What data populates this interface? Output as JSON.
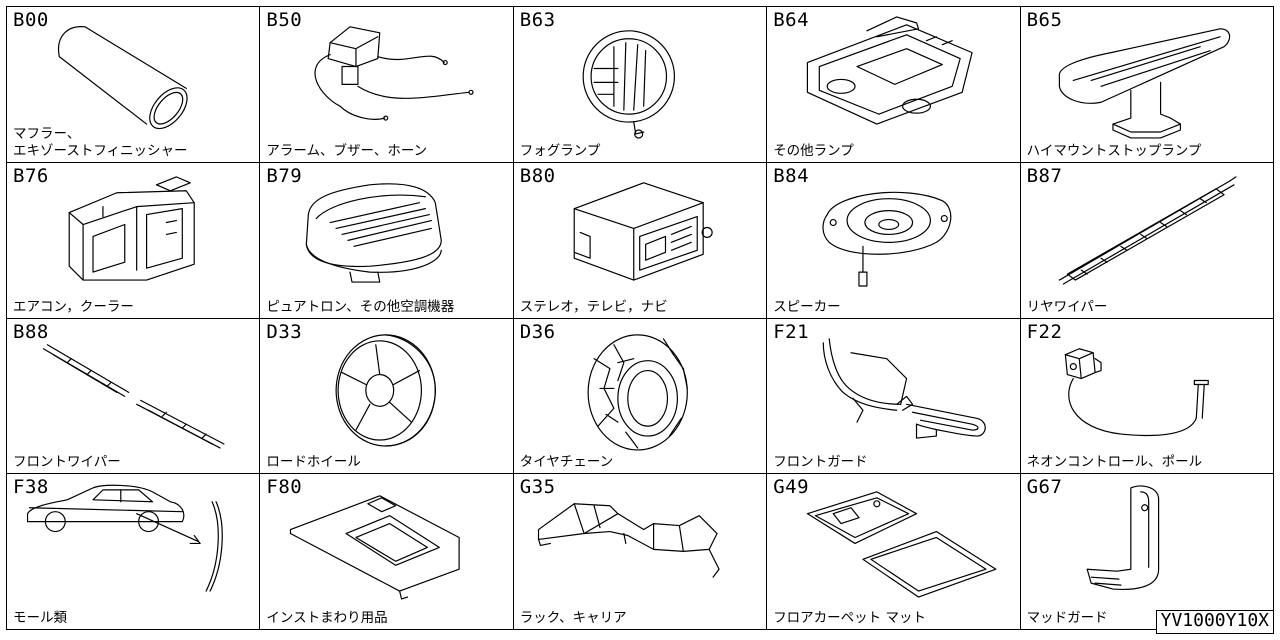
{
  "catalog_ref": "YV1000Y10X",
  "cells": [
    {
      "code": "B00",
      "label": "マフラー、\nエキゾーストフィニッシャー"
    },
    {
      "code": "B50",
      "label": "アラーム、ブザー、ホーン"
    },
    {
      "code": "B63",
      "label": "フォグランプ"
    },
    {
      "code": "B64",
      "label": "その他ランプ"
    },
    {
      "code": "B65",
      "label": "ハイマウントストップランプ"
    },
    {
      "code": "B76",
      "label": "エアコン，クーラー"
    },
    {
      "code": "B79",
      "label": "ピュアトロン、その他空調機器"
    },
    {
      "code": "B80",
      "label": "ステレオ，テレビ，ナビ"
    },
    {
      "code": "B84",
      "label": "スピーカー"
    },
    {
      "code": "B87",
      "label": "リヤワイパー"
    },
    {
      "code": "B88",
      "label": "フロントワイパー"
    },
    {
      "code": "D33",
      "label": "ロードホイール"
    },
    {
      "code": "D36",
      "label": "タイヤチェーン"
    },
    {
      "code": "F21",
      "label": "フロントガード"
    },
    {
      "code": "F22",
      "label": "ネオンコントロール、ポール"
    },
    {
      "code": "F38",
      "label": "モール類"
    },
    {
      "code": "F80",
      "label": "インストまわり用品"
    },
    {
      "code": "G35",
      "label": "ラック、キャリア"
    },
    {
      "code": "G49",
      "label": "フロアカーペット マット"
    },
    {
      "code": "G67",
      "label": "マッドガード"
    }
  ]
}
